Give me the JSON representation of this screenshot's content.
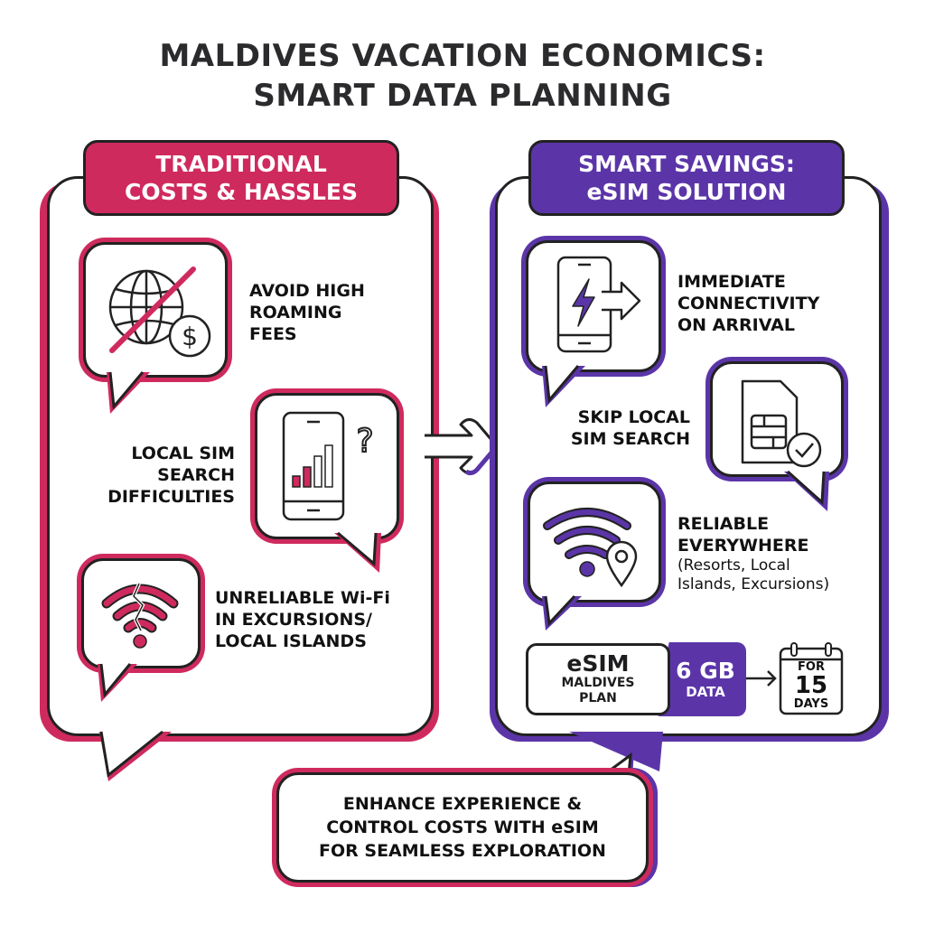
{
  "title": {
    "line1": "MALDIVES VACATION ECONOMICS:",
    "line2": "SMART DATA PLANNING"
  },
  "colors": {
    "traditional": "#cf2a5e",
    "esim": "#5b35a8",
    "outline": "#222222",
    "text": "#1d1d1f"
  },
  "left_panel": {
    "header_line1": "TRADITIONAL",
    "header_line2": "COSTS & HASSLES",
    "items": [
      {
        "icon": "globe-no-dollar-icon",
        "line1": "AVOID HIGH",
        "line2": "ROAMING",
        "line3": "FEES"
      },
      {
        "icon": "phone-weak-signal-question-icon",
        "line1": "LOCAL SIM",
        "line2": "SEARCH",
        "line3": "DIFFICULTIES"
      },
      {
        "icon": "broken-wifi-icon",
        "line1": "UNRELIABLE Wi-Fi",
        "line2": "IN EXCURSIONS/",
        "line3": "LOCAL ISLANDS"
      }
    ]
  },
  "right_panel": {
    "header_line1": "SMART SAVINGS:",
    "header_line2": "eSIM SOLUTION",
    "items": [
      {
        "icon": "phone-lightning-arrow-icon",
        "line1": "IMMEDIATE",
        "line2": "CONNECTIVITY",
        "line3": "ON ARRIVAL"
      },
      {
        "icon": "sim-card-check-icon",
        "line1": "SKIP LOCAL",
        "line2": "SIM SEARCH"
      },
      {
        "icon": "wifi-location-icon",
        "line1": "RELIABLE",
        "line2": "EVERYWHERE",
        "sub1": "(Resorts, Local",
        "sub2": "Islands, Excursions)"
      }
    ],
    "plan": {
      "name": "eSIM",
      "line2": "MALDIVES",
      "line3": "PLAN",
      "data_amount": "6 GB",
      "data_label": "DATA",
      "for_label": "FOR",
      "days_number": "15",
      "days_label": "DAYS"
    }
  },
  "footer": {
    "line1": "ENHANCE EXPERIENCE &",
    "line2": "CONTROL COSTS WITH eSIM",
    "line3": "FOR SEAMLESS EXPLORATION"
  }
}
